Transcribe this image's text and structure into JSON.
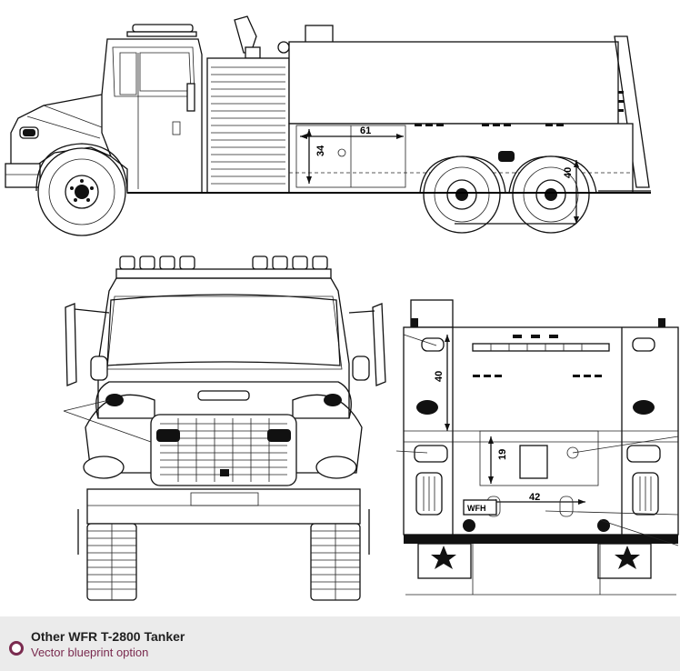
{
  "diagram": {
    "side_view": {
      "dim_length": "61",
      "dim_height": "34",
      "dim_rear": "40"
    },
    "rear_view": {
      "dim_upper": "40",
      "dim_middle": "19",
      "dim_width": "42",
      "plate_text": "WFH"
    }
  },
  "footer": {
    "icon": "circle-bullet-icon",
    "title": "Other WFR T-2800 Tanker",
    "subtitle": "Vector blueprint option",
    "accent_color": "#7a2b4f",
    "background_color": "#ebebeb"
  }
}
